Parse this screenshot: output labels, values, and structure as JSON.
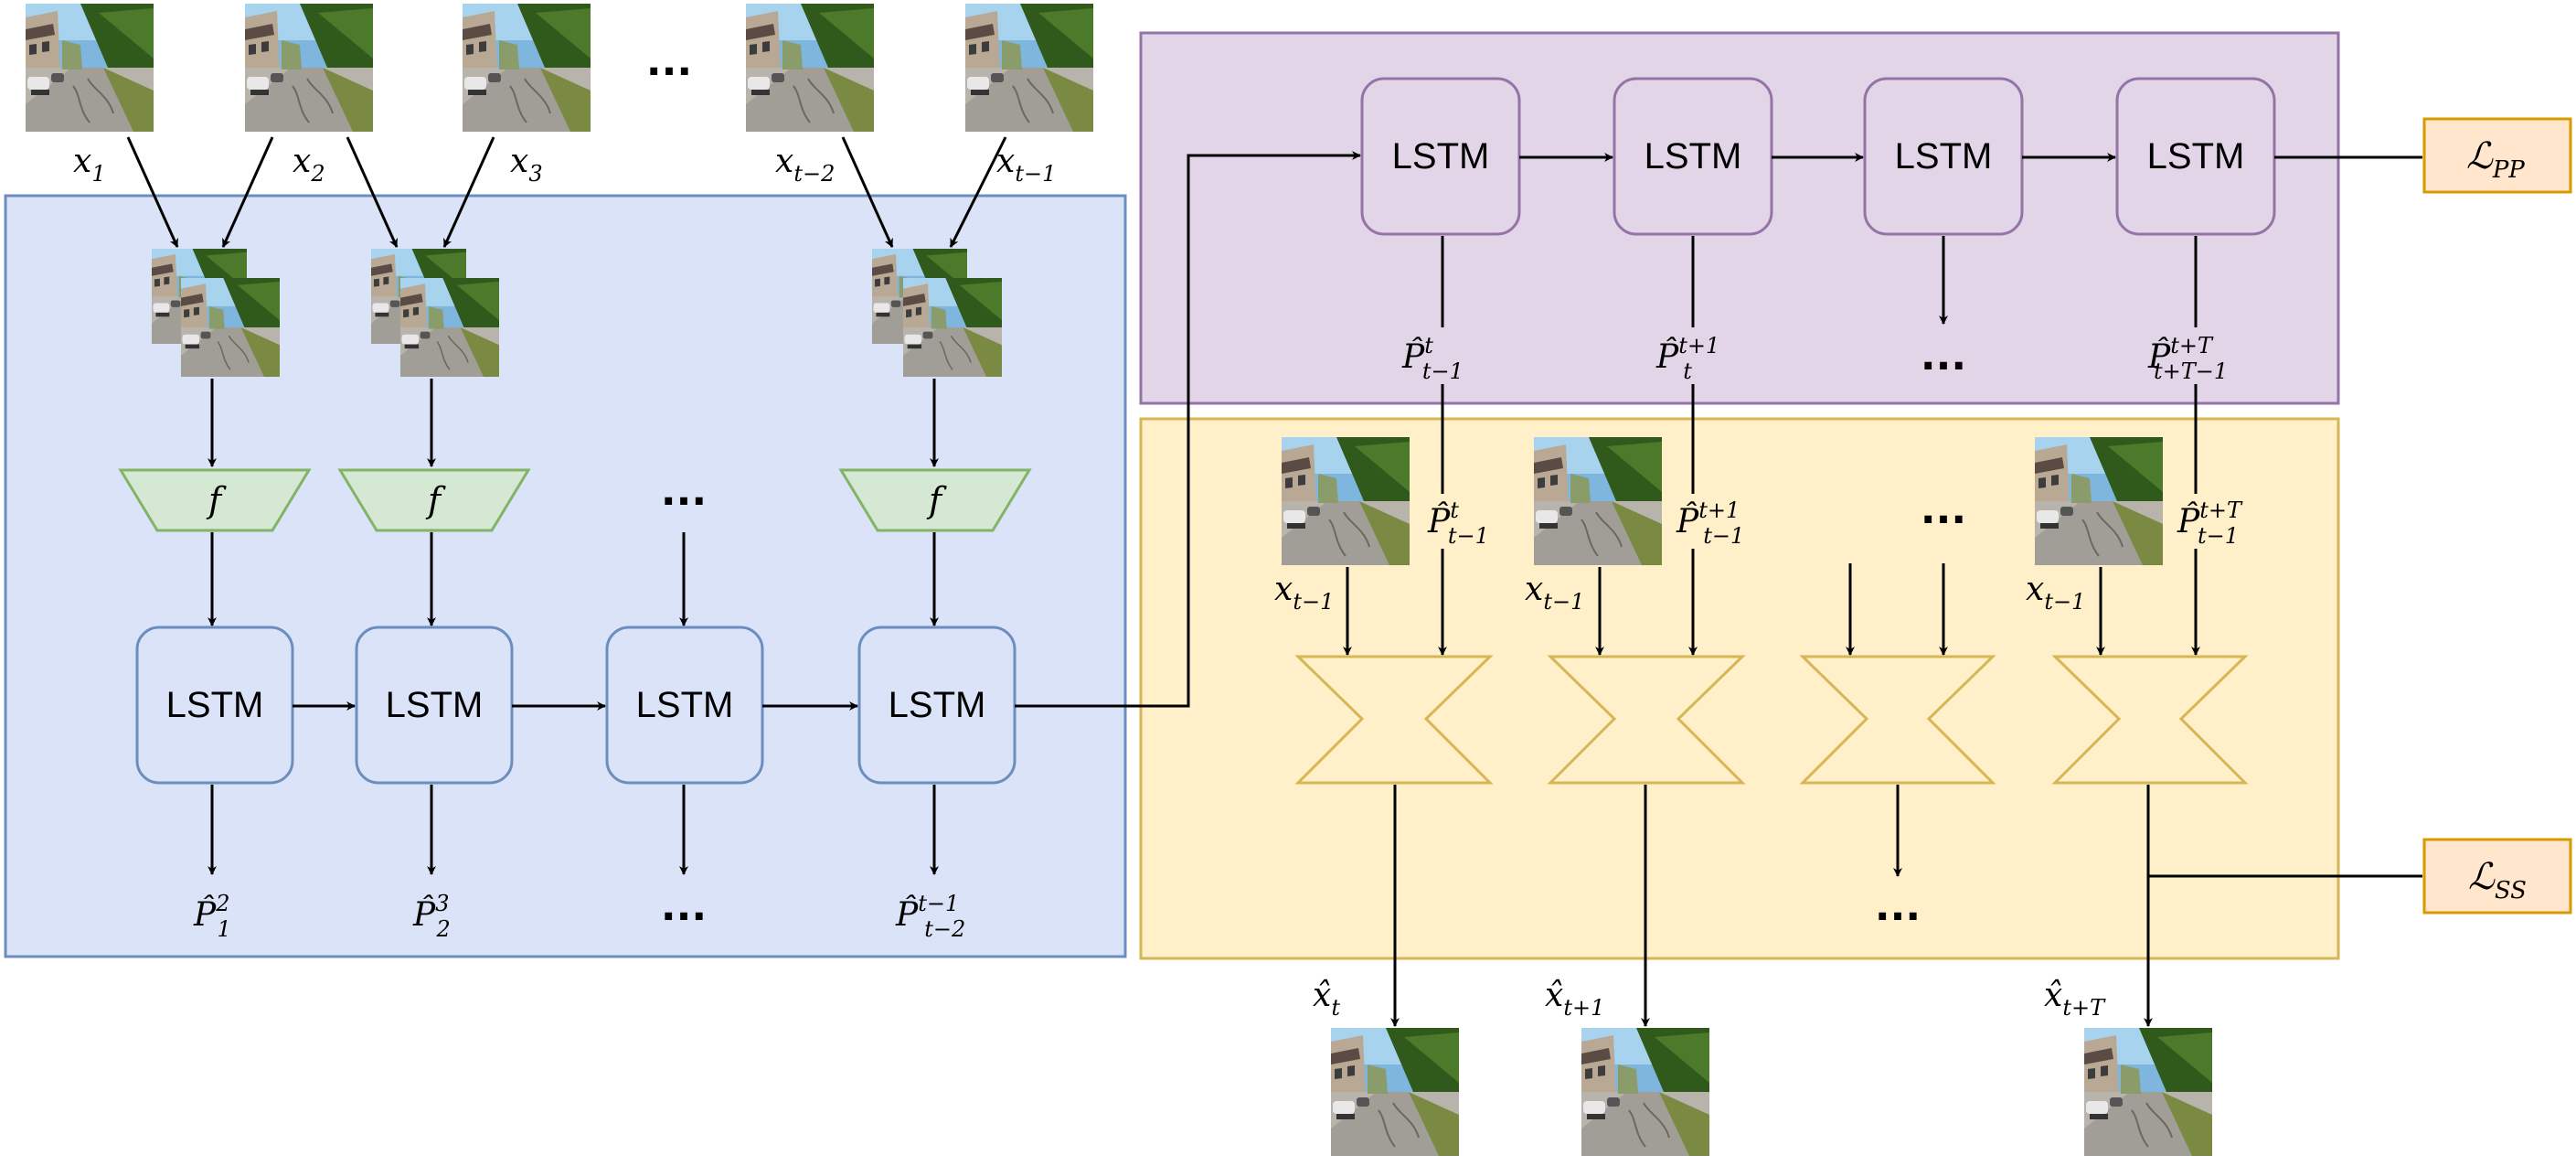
{
  "colors": {
    "blue_fill": "#dae3f7",
    "blue_stroke": "#6c8ebf",
    "purple_fill": "#e1d5e7",
    "purple_stroke": "#9673a6",
    "yellow_fill": "#fff0c9",
    "yellow_stroke": "#d6b656",
    "green_fill": "#d5e8d4",
    "green_stroke": "#82b366",
    "loss_fill": "#ffe6cc",
    "loss_stroke": "#d79b00"
  },
  "module_labels": {
    "lstm": "LSTM",
    "encoder": "f"
  },
  "ellipsis": "...",
  "inputs": {
    "x1": {
      "base": "x",
      "sub": "1"
    },
    "x2": {
      "base": "x",
      "sub": "2"
    },
    "x3": {
      "base": "x",
      "sub": "3"
    },
    "xt2": {
      "base": "x",
      "sub": "t−2"
    },
    "xt1": {
      "base": "x",
      "sub": "t−1"
    }
  },
  "encoder_outputs": {
    "p1": {
      "base": "P̂",
      "sub": "1",
      "sup": "2"
    },
    "p2": {
      "base": "P̂",
      "sub": "2",
      "sup": "3"
    },
    "pt2": {
      "base": "P̂",
      "sub": "t−2",
      "sup": "t−1"
    }
  },
  "predictor_outputs": {
    "a": {
      "base": "P̂",
      "sub": "t−1",
      "sup": "t"
    },
    "b": {
      "base": "P̂",
      "sub": "t",
      "sup": "t+1"
    },
    "c": {
      "base": "P̂",
      "sub": "t+T−1",
      "sup": "t+T"
    }
  },
  "synth_pose_inputs": {
    "a": {
      "base": "P̂",
      "sub": "t−1",
      "sup": "t"
    },
    "b": {
      "base": "P̂",
      "sub": "t−1",
      "sup": "t+1"
    },
    "c": {
      "base": "P̂",
      "sub": "t−1",
      "sup": "t+T"
    }
  },
  "synth_frame_input": {
    "base": "x",
    "sub": "t−1"
  },
  "generated": {
    "g1": {
      "base": "x̂",
      "sub": "t"
    },
    "g2": {
      "base": "x̂",
      "sub": "t+1"
    },
    "g3": {
      "base": "x̂",
      "sub": "t+T"
    }
  },
  "losses": {
    "pp": {
      "base": "ℒ",
      "sub": "PP"
    },
    "ss": {
      "base": "ℒ",
      "sub": "SS"
    }
  }
}
